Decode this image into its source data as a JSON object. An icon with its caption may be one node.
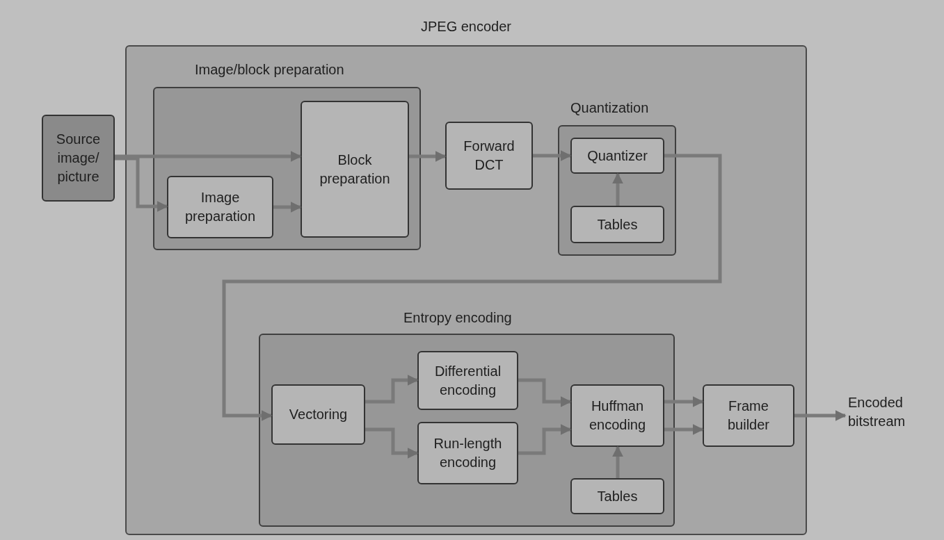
{
  "diagram": {
    "nodes": [
      {
        "text": [
          "JPEG encoder"
        ]
      },
      {
        "text": [
          "Image/block preparation"
        ],
        "in": 0
      },
      {
        "text": [
          "Source image/ picture"
        ]
      },
      {
        "text": [
          "Block preparation"
        ],
        "in": 1
      },
      {
        "text": [
          "Image preparation"
        ],
        "in": 1
      },
      {
        "text": [
          "Forward DCT"
        ],
        "in": 0
      },
      {
        "text": [
          "Quantization"
        ],
        "in": 0
      },
      {
        "text": [
          "Quantizer"
        ],
        "in": 6
      },
      {
        "text": [
          "Tables"
        ],
        "in": 6
      },
      {
        "text": [
          "Entropy encoding"
        ],
        "in": 0
      },
      {
        "text": [
          "Vectoring"
        ],
        "in": 9
      },
      {
        "text": [
          "Differential encoding"
        ],
        "in": 9
      },
      {
        "text": [
          "Run-length encoding"
        ],
        "in": 9
      },
      {
        "text": [
          "Huffman encoding"
        ],
        "in": 9
      },
      {
        "text": [
          "Tables"
        ],
        "in": 9
      },
      {
        "text": [
          "Frame builder"
        ],
        "in": 0
      },
      {
        "text": [
          "Encoded bitstream"
        ]
      }
    ],
    "edges": [
      {
        "from": 2,
        "to": 3,
        "arrow": "to"
      },
      {
        "from": 2,
        "to": 4,
        "arrow": "to"
      },
      {
        "from": 4,
        "to": 3,
        "arrow": "to"
      },
      {
        "from": 3,
        "to": 5,
        "arrow": "to"
      },
      {
        "from": 5,
        "to": 7,
        "arrow": "to"
      },
      {
        "from": 8,
        "to": 7,
        "arrow": "to"
      },
      {
        "from": 7,
        "to": 10,
        "arrow": "to"
      },
      {
        "from": 10,
        "to": 11,
        "arrow": "to"
      },
      {
        "from": 10,
        "to": 12,
        "arrow": "to"
      },
      {
        "from": 11,
        "to": 13,
        "arrow": "to"
      },
      {
        "from": 12,
        "to": 13,
        "arrow": "to"
      },
      {
        "from": 14,
        "to": 13,
        "arrow": "to"
      },
      {
        "from": 13,
        "to": 15,
        "arrow": "to"
      },
      {
        "from": 13,
        "to": 15,
        "arrow": "to"
      },
      {
        "from": 15,
        "to": 16,
        "arrow": "to"
      }
    ]
  }
}
